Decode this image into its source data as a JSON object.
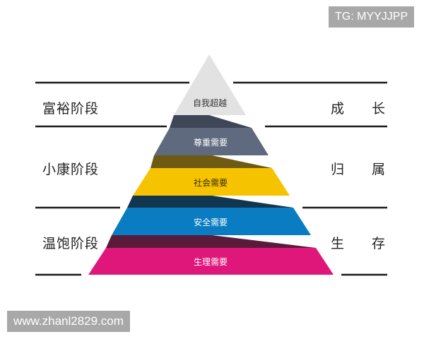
{
  "watermarks": {
    "top": "TG: MYYJJPP",
    "bottom": "www.zhanl2829.com"
  },
  "stages_left": [
    {
      "label": "富裕阶段"
    },
    {
      "label": "小康阶段"
    },
    {
      "label": "温饱阶段"
    }
  ],
  "stages_right": [
    {
      "char1": "成",
      "char2": "长"
    },
    {
      "char1": "归",
      "char2": "属"
    },
    {
      "char1": "生",
      "char2": "存"
    }
  ],
  "pyramid": {
    "layers": [
      {
        "label": "自我超越",
        "color": "#e2e2e2",
        "text_color": "#333333"
      },
      {
        "label": "尊重需要",
        "color": "#5f6a7e",
        "text_color": "#ffffff"
      },
      {
        "label": "社会需要",
        "color": "#f5c300",
        "text_color": "#3a2e00"
      },
      {
        "label": "安全需要",
        "color": "#0a7cc1",
        "text_color": "#ffffff"
      },
      {
        "label": "生理需要",
        "color": "#e0177b",
        "text_color": "#ffffff"
      }
    ],
    "connector_colors": [
      "#3f4658",
      "#6e5a12",
      "#123650",
      "#5a1a3a"
    ]
  }
}
